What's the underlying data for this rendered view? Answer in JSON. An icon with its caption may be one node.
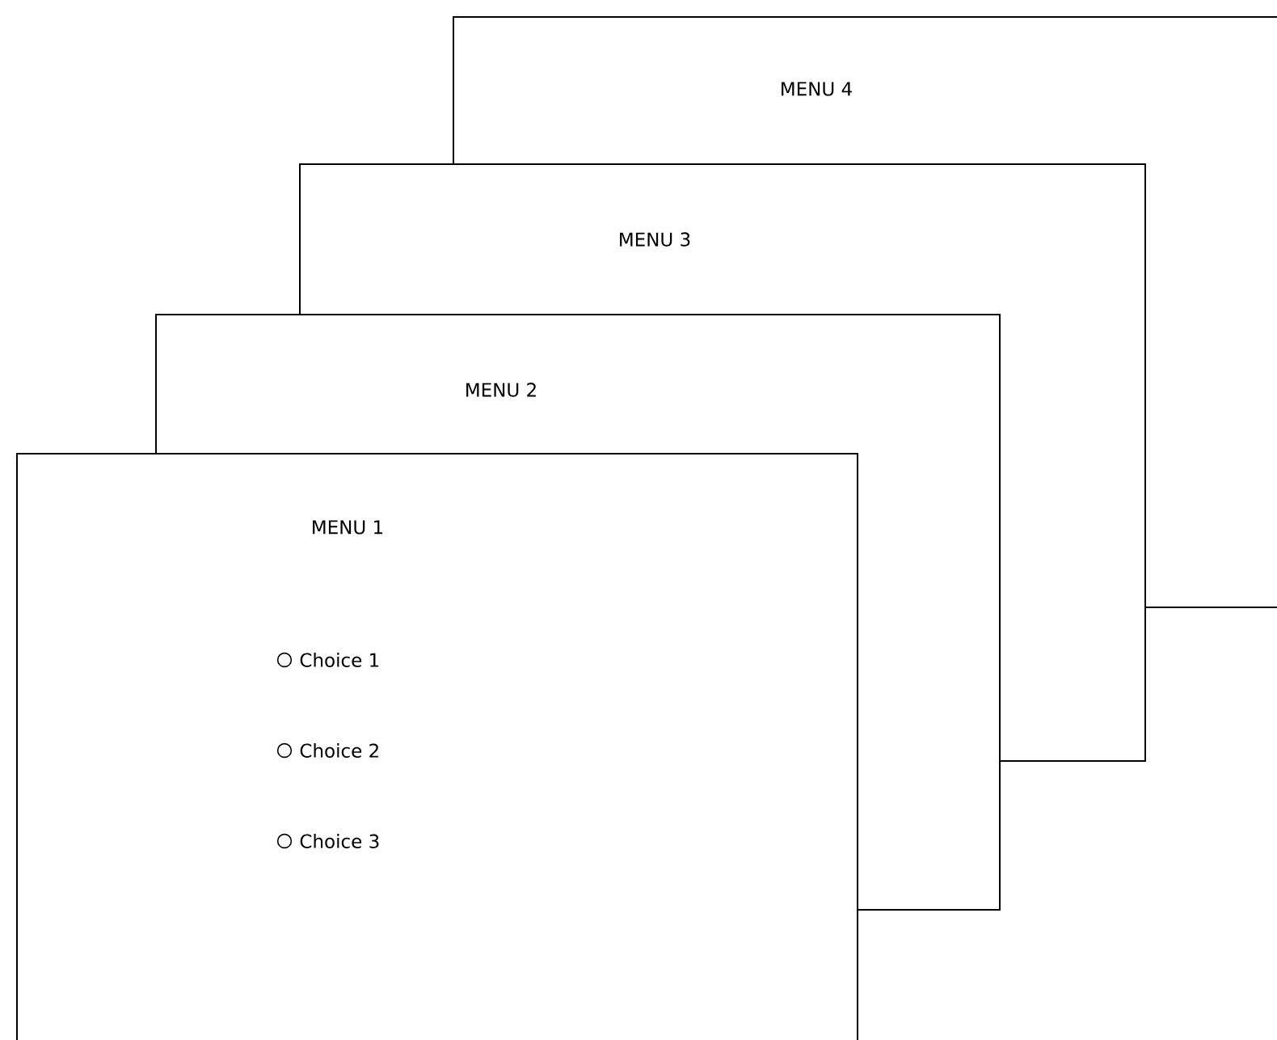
{
  "diagram": {
    "nodes": [
      {
        "text": [
          "MENU 1",
          "Choice 1",
          "Choice 2",
          "Choice 3"
        ]
      },
      {
        "text": [
          "MENU 2"
        ]
      },
      {
        "text": [
          "MENU 3"
        ]
      },
      {
        "text": [
          "MENU 4"
        ]
      }
    ]
  }
}
